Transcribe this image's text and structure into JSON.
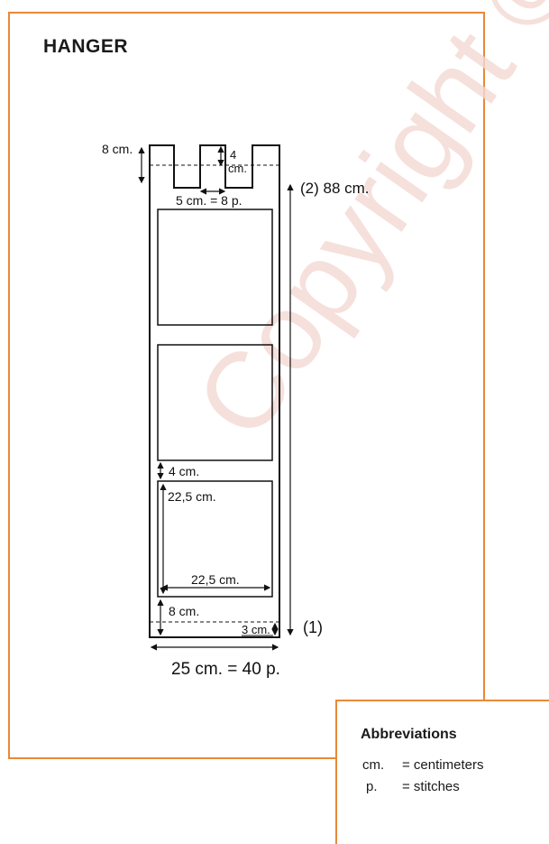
{
  "title": "HANGER",
  "watermark": "Copyright ©",
  "labels": {
    "tab_height": "8 cm.",
    "tab_depth_num": "4",
    "tab_depth_unit": "cm.",
    "tab_width": "5 cm. = 8 p.",
    "total_length": "(2)  88 cm.",
    "square_gap": "4 cm.",
    "square_height": "22,5 cm.",
    "square_width": "22,5 cm.",
    "bottom_height": "8 cm.",
    "hem": "3 cm.",
    "marker_start": "(1)",
    "total_width": "25 cm. = 40 p."
  },
  "abbreviations": {
    "title": "Abbreviations",
    "items": [
      {
        "code": "cm.",
        "meaning": "= centimeters"
      },
      {
        "code": "p.",
        "meaning": "= stitches"
      }
    ]
  }
}
